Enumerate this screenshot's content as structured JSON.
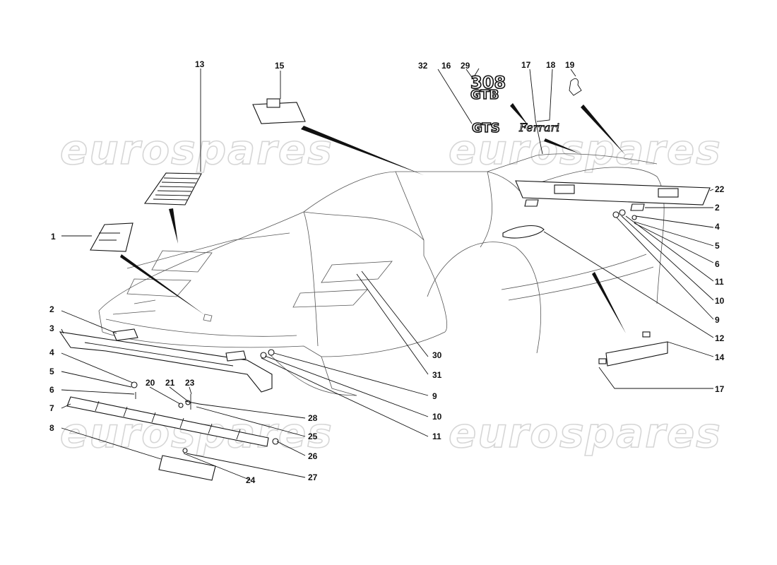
{
  "watermark": "eurospares",
  "badges": {
    "b308": "308",
    "gtb": "GTB",
    "gts": "GTS",
    "ferrari": "Ferrari"
  },
  "callouts": [
    {
      "n": "1"
    },
    {
      "n": "13"
    },
    {
      "n": "15"
    },
    {
      "n": "32"
    },
    {
      "n": "16"
    },
    {
      "n": "29"
    },
    {
      "n": "17"
    },
    {
      "n": "18"
    },
    {
      "n": "19"
    },
    {
      "n": "22"
    },
    {
      "n": "2"
    },
    {
      "n": "4"
    },
    {
      "n": "5"
    },
    {
      "n": "6"
    },
    {
      "n": "11"
    },
    {
      "n": "10"
    },
    {
      "n": "9"
    },
    {
      "n": "12"
    },
    {
      "n": "14"
    },
    {
      "n": "17"
    },
    {
      "n": "30"
    },
    {
      "n": "31"
    },
    {
      "n": "2"
    },
    {
      "n": "3"
    },
    {
      "n": "4"
    },
    {
      "n": "5"
    },
    {
      "n": "6"
    },
    {
      "n": "7"
    },
    {
      "n": "8"
    },
    {
      "n": "20"
    },
    {
      "n": "21"
    },
    {
      "n": "23"
    },
    {
      "n": "28"
    },
    {
      "n": "25"
    },
    {
      "n": "26"
    },
    {
      "n": "27"
    },
    {
      "n": "24"
    },
    {
      "n": "9"
    },
    {
      "n": "10"
    },
    {
      "n": "11"
    }
  ]
}
